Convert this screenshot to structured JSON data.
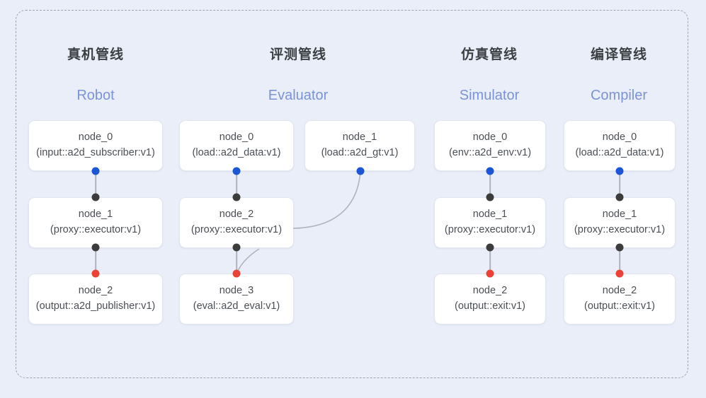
{
  "diagram": {
    "frame_style": "dashed-rounded-rect",
    "background_color": "#e9eef9",
    "columns": [
      {
        "id": "robot",
        "title_cn": "真机管线",
        "title_en": "Robot",
        "nodes": [
          {
            "name": "node_0",
            "type": "(input::a2d_subscriber:v1)"
          },
          {
            "name": "node_1",
            "type": "(proxy::executor:v1)"
          },
          {
            "name": "node_2",
            "type": "(output::a2d_publisher:v1)"
          }
        ]
      },
      {
        "id": "evaluator",
        "title_cn": "评测管线",
        "title_en": "Evaluator",
        "nodes": [
          {
            "name": "node_0",
            "type": "(load::a2d_data:v1)"
          },
          {
            "name": "node_1",
            "type": "(load::a2d_gt:v1)"
          },
          {
            "name": "node_2",
            "type": "(proxy::executor:v1)"
          },
          {
            "name": "node_3",
            "type": "(eval::a2d_eval:v1)"
          }
        ]
      },
      {
        "id": "simulator",
        "title_cn": "仿真管线",
        "title_en": "Simulator",
        "nodes": [
          {
            "name": "node_0",
            "type": "(env::a2d_env:v1)"
          },
          {
            "name": "node_1",
            "type": "(proxy::executor:v1)"
          },
          {
            "name": "node_2",
            "type": "(output::exit:v1)"
          }
        ]
      },
      {
        "id": "compiler",
        "title_cn": "编译管线",
        "title_en": "Compiler",
        "nodes": [
          {
            "name": "node_0",
            "type": "(load::a2d_data:v1)"
          },
          {
            "name": "node_1",
            "type": "(proxy::executor:v1)"
          },
          {
            "name": "node_2",
            "type": "(output::exit:v1)"
          }
        ]
      }
    ],
    "port_colors": {
      "output": "#1a56d6",
      "proxy": "#3c3c3c",
      "input": "#ea4335"
    },
    "title_en_color": "#7b93d8",
    "title_cn_color": "#3c4043",
    "edge_color": "#aeb3bd"
  }
}
